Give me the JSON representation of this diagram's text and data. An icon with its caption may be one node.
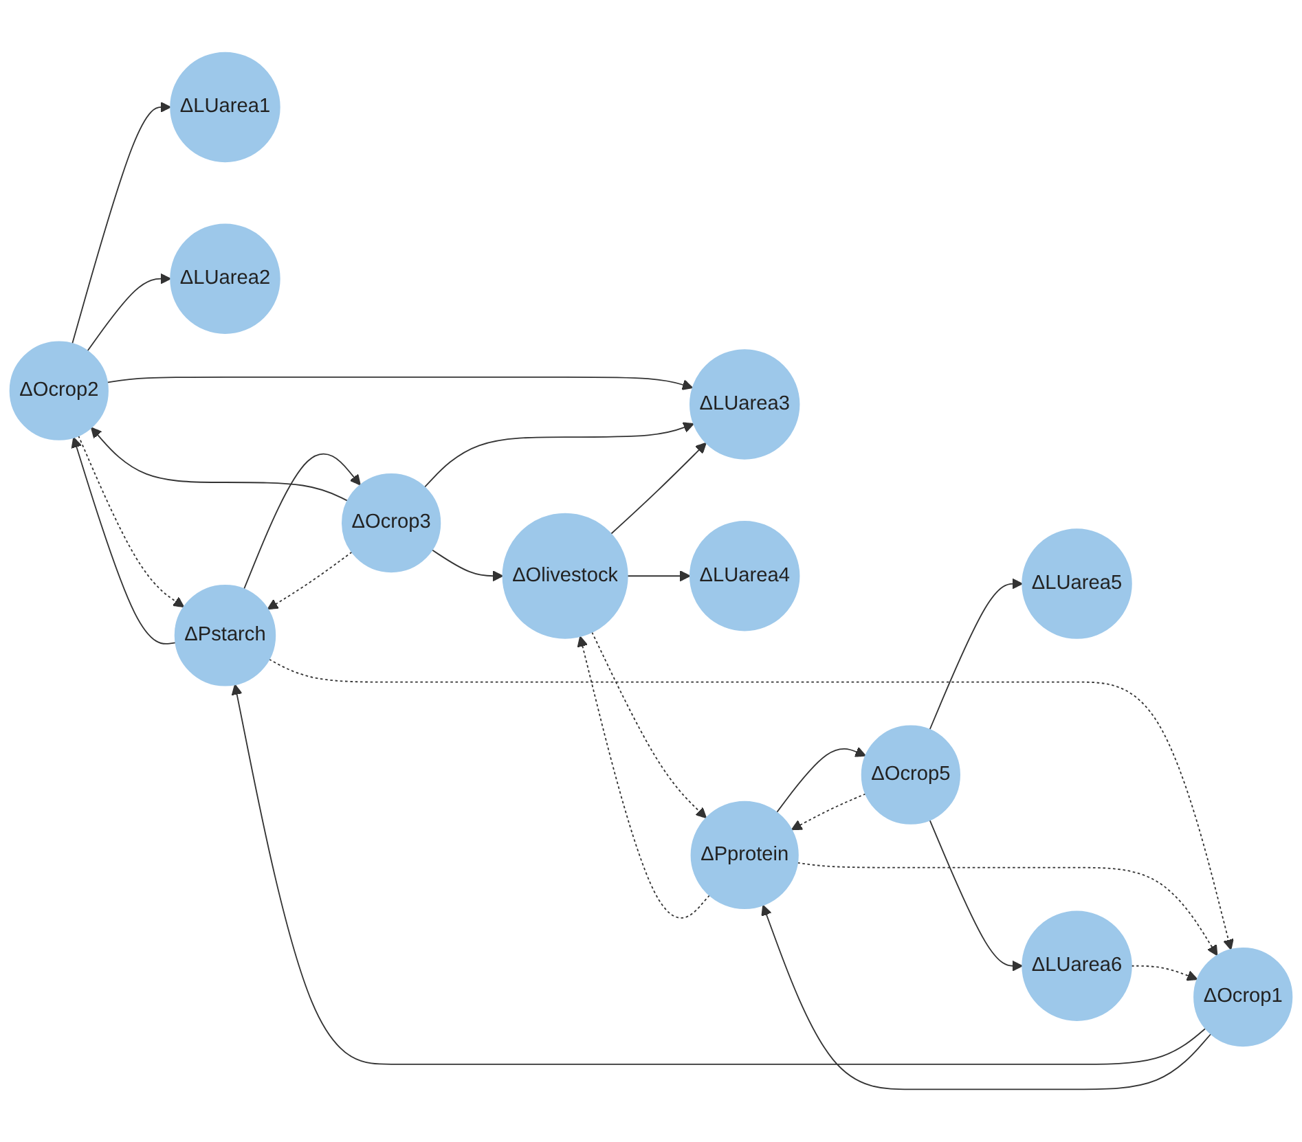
{
  "diagram": {
    "nodes": [
      {
        "text": [
          "ΔLUarea1"
        ]
      },
      {
        "text": [
          "ΔOcrop2"
        ]
      },
      {
        "text": [
          "ΔLUarea2"
        ]
      },
      {
        "text": [
          "ΔPstarch"
        ]
      },
      {
        "text": [
          "ΔOcrop3"
        ]
      },
      {
        "text": [
          "ΔLUarea3"
        ]
      },
      {
        "text": [
          "ΔOcrop1"
        ]
      },
      {
        "text": [
          "ΔOlivestock"
        ]
      },
      {
        "text": [
          "ΔLUarea4"
        ]
      },
      {
        "text": [
          "ΔPprotein"
        ]
      },
      {
        "text": [
          "ΔOcrop5"
        ]
      },
      {
        "text": [
          "ΔLUarea5"
        ]
      },
      {
        "text": [
          "ΔLUarea6"
        ]
      }
    ],
    "edges": [
      {
        "from": 6,
        "to": 3,
        "arrow": "to"
      },
      {
        "from": 6,
        "to": 9,
        "arrow": "to"
      },
      {
        "from": 3,
        "to": 1,
        "arrow": "to"
      },
      {
        "from": 3,
        "to": 4,
        "arrow": "to"
      },
      {
        "from": 1,
        "to": 0,
        "arrow": "to"
      },
      {
        "from": 1,
        "to": 2,
        "arrow": "to"
      },
      {
        "from": 1,
        "to": 5,
        "arrow": "to"
      },
      {
        "from": 4,
        "to": 1,
        "arrow": "to"
      },
      {
        "from": 4,
        "to": 5,
        "arrow": "to"
      },
      {
        "from": 4,
        "to": 7,
        "arrow": "to"
      },
      {
        "from": 7,
        "to": 5,
        "arrow": "to"
      },
      {
        "from": 7,
        "to": 8,
        "arrow": "to"
      },
      {
        "from": 9,
        "to": 10,
        "arrow": "to"
      },
      {
        "from": 10,
        "to": 11,
        "arrow": "to"
      },
      {
        "from": 10,
        "to": 12,
        "arrow": "to"
      },
      {
        "from": 1,
        "to": 3,
        "arrow": "to",
        "style": "dashed"
      },
      {
        "from": 4,
        "to": 3,
        "arrow": "to",
        "style": "dashed"
      },
      {
        "from": 3,
        "to": 6,
        "arrow": "to",
        "style": "dashed"
      },
      {
        "from": 9,
        "to": 6,
        "arrow": "to",
        "style": "dashed"
      },
      {
        "from": 7,
        "to": 9,
        "arrow": "to",
        "style": "dashed"
      },
      {
        "from": 9,
        "to": 7,
        "arrow": "to",
        "style": "dashed"
      },
      {
        "from": 10,
        "to": 9,
        "arrow": "to",
        "style": "dashed"
      },
      {
        "from": 12,
        "to": 6,
        "arrow": "to",
        "style": "dashed"
      }
    ]
  }
}
